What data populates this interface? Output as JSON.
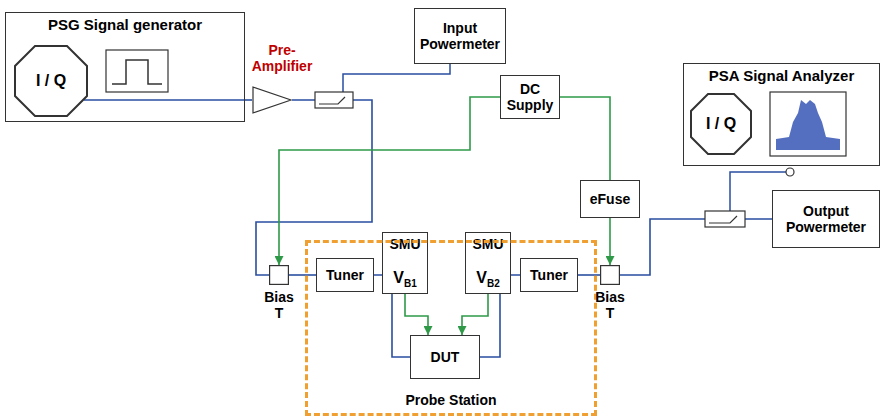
{
  "diagram": {
    "nodes": [
      {
        "text": [
          "PSG Signal generator"
        ]
      },
      {
        "text": [
          "I / Q"
        ],
        "in": 0
      },
      {
        "text": [
          "Pre-Amplifier"
        ]
      },
      {
        "text": [
          "Input Powermeter"
        ]
      },
      {
        "text": [
          "DC Supply"
        ]
      },
      {
        "text": [
          "PSA Signal Analyzer"
        ]
      },
      {
        "text": [
          "I / Q"
        ],
        "in": 5
      },
      {
        "text": [
          "eFuse"
        ]
      },
      {
        "text": [
          "SMU",
          "VB1"
        ]
      },
      {
        "text": [
          "SMU",
          "VB2"
        ]
      },
      {
        "text": [
          "Probe Station"
        ]
      },
      {
        "text": [
          "Bias T"
        ]
      },
      {
        "text": [
          "Tuner"
        ],
        "in": 10
      },
      {
        "text": [
          "DUT"
        ],
        "in": 10
      },
      {
        "text": [
          "Tuner"
        ],
        "in": 10
      },
      {
        "text": [
          "Bias T"
        ]
      },
      {
        "text": [
          "Output Powermeter"
        ]
      }
    ],
    "edges": [
      {
        "from": 0,
        "to": 2,
        "arrow": "none"
      },
      {
        "from": 2,
        "to": 11,
        "arrow": "none"
      },
      {
        "from": 4,
        "to": 11,
        "arrow": "to"
      },
      {
        "from": 4,
        "to": 7,
        "arrow": "none"
      },
      {
        "from": 7,
        "to": 15,
        "arrow": "to"
      },
      {
        "from": 8,
        "to": 13,
        "arrow": "to"
      },
      {
        "from": 9,
        "to": 13,
        "arrow": "to"
      },
      {
        "from": 11,
        "to": 12,
        "arrow": "none"
      },
      {
        "from": 12,
        "to": 13,
        "arrow": "none"
      },
      {
        "from": 13,
        "to": 14,
        "arrow": "none"
      },
      {
        "from": 14,
        "to": 15,
        "arrow": "none"
      },
      {
        "from": 15,
        "to": 16,
        "arrow": "none"
      }
    ]
  }
}
